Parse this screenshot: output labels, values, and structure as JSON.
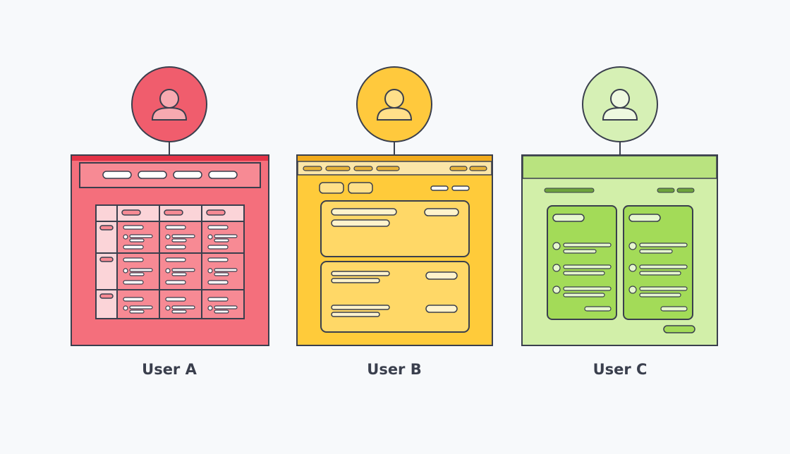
{
  "users": [
    {
      "label": "User A",
      "accent": "#f05d6d",
      "panel": "#f46f7c"
    },
    {
      "label": "User B",
      "accent": "#ffc93d",
      "panel": "#ffcb3a"
    },
    {
      "label": "User C",
      "accent": "#d6f0b5",
      "panel": "#d2efa9"
    }
  ],
  "colors": {
    "background": "#f7f9fb",
    "stroke": "#3a3f4d",
    "red_header": "#e33246",
    "red_cell": "#fbd4d8",
    "yellow_header": "#fbe6a8",
    "yellow_card": "#ffd867",
    "green_header": "#b9e37f",
    "green_card": "#a3db58",
    "green_bar": "#6ea33c"
  },
  "icons": [
    "user-avatar-icon"
  ]
}
